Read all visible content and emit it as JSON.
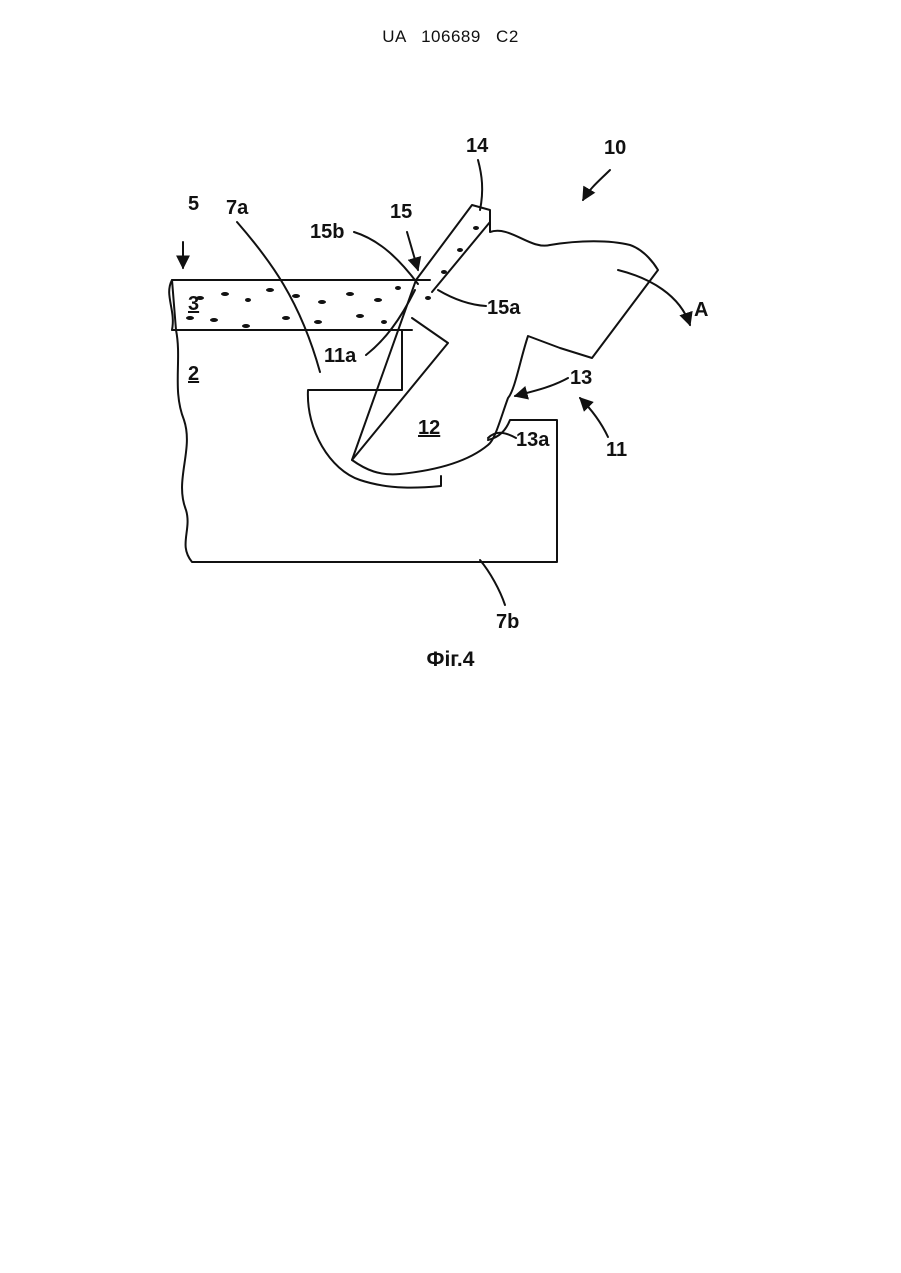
{
  "header": {
    "patent_number": "UA   106689   C2"
  },
  "figure": {
    "labels": {
      "l2": "2",
      "l3": "3",
      "l5": "5",
      "l7a": "7a",
      "l7b": "7b",
      "l10": "10",
      "l11": "11",
      "l11a": "11a",
      "l12": "12",
      "l13": "13",
      "l13a": "13a",
      "l14": "14",
      "l15": "15",
      "l15a": "15a",
      "l15b": "15b",
      "lA": "A"
    }
  },
  "caption": "Фіг.4"
}
